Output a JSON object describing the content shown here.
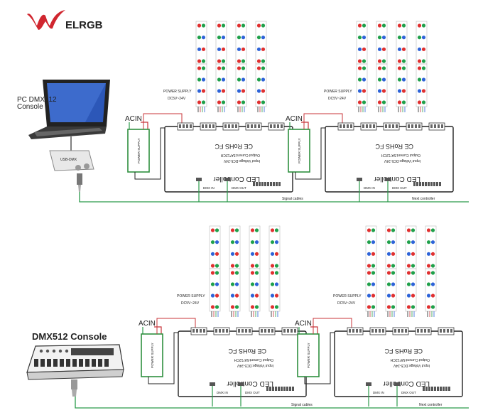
{
  "brand": {
    "name": "ELRGB",
    "logo_mark": "W",
    "colors": {
      "mark": "#d0262f",
      "text": "#1f2a44"
    }
  },
  "pc_setup": {
    "label_line1": "PC  DMX512",
    "label_line2": "Console",
    "adapter_text": "USB-DMX"
  },
  "console_setup": {
    "label": "DMX512 Console"
  },
  "controller": {
    "name": "LED Controller",
    "spec_line1": "Input Voltage:DC5-24V",
    "spec_line2": "Output Current:5A*12CH",
    "certs": "CE RoHS FC",
    "port_in": "DMX IN",
    "port_out": "DMX OUT"
  },
  "labels": {
    "acin": "ACIN",
    "power_supply_line1": "POWER SUPPLY",
    "power_supply_line2": "DC5V~24V",
    "psu_box": "POWER SUPPLY",
    "signal_cables": "Signal cables",
    "next_controller": "Next  controller"
  },
  "colors": {
    "wire_green": "#2a9a4a",
    "wire_red": "#c8343a",
    "wire_black": "#222222",
    "psu_green": "#2f8f3f",
    "led_red": "#e03030",
    "led_green": "#1fa04a",
    "led_blue": "#2d63d8"
  }
}
